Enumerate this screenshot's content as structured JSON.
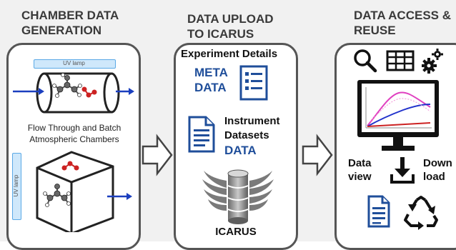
{
  "headers": {
    "col1_line1": "CHAMBER DATA",
    "col1_line2": "GENERATION",
    "col2_line1": "DATA UPLOAD",
    "col2_line2": "TO ICARUS",
    "col3_line1": "DATA ACCESS &",
    "col3_line2": "REUSE"
  },
  "chambers": {
    "uv_lamp_top": "UV lamp",
    "uv_lamp_side": "UV lamp",
    "caption_line1": "Flow Through and Batch",
    "caption_line2": "Atmospheric Chambers"
  },
  "upload": {
    "experiment_details": "Experiment Details",
    "meta_line1": "META",
    "meta_line2": "DATA",
    "instrument_line1": "Instrument",
    "instrument_line2": "Datasets",
    "data_label": "DATA",
    "icarus_label": "ICARUS"
  },
  "access": {
    "data_view_line1": "Data",
    "data_view_line2": "view",
    "download_line1": "Down",
    "download_line2": "load"
  },
  "colors": {
    "accent_blue": "#1f4e9a",
    "arrow_blue": "#1b3fbf",
    "molecule_red": "#cc2222",
    "uv_lamp_fill": "#cfe8fb",
    "uv_lamp_border": "#5aa9e6",
    "border": "#555555"
  },
  "icons": [
    "search-icon",
    "grid-table-icon",
    "gears-icon",
    "document-icon",
    "download-icon",
    "recycle-icon",
    "database-icon",
    "list-icon"
  ]
}
